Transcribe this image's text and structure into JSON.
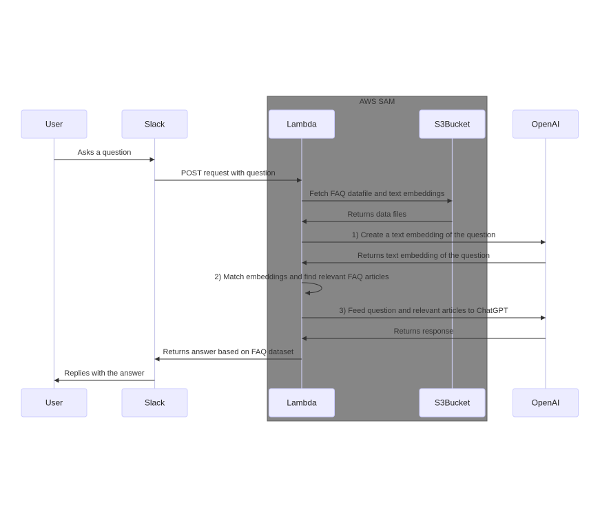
{
  "diagram": {
    "type": "sequence",
    "group": {
      "label": "AWS SAM",
      "contains": [
        "Lambda",
        "S3Bucket"
      ],
      "fill": "#868686"
    },
    "participants": [
      {
        "name": "User"
      },
      {
        "name": "Slack"
      },
      {
        "name": "Lambda"
      },
      {
        "name": "S3Bucket"
      },
      {
        "name": "OpenAI"
      }
    ],
    "messages": [
      {
        "from": "User",
        "to": "Slack",
        "label": "Asks a question"
      },
      {
        "from": "Slack",
        "to": "Lambda",
        "label": "POST request with question"
      },
      {
        "from": "Lambda",
        "to": "S3Bucket",
        "label": "Fetch FAQ datafile and text embeddings"
      },
      {
        "from": "S3Bucket",
        "to": "Lambda",
        "label": "Returns data files"
      },
      {
        "from": "Lambda",
        "to": "OpenAI",
        "label": "1) Create a text embedding of the question"
      },
      {
        "from": "OpenAI",
        "to": "Lambda",
        "label": "Returns text embedding of the question"
      },
      {
        "from": "Lambda",
        "to": "Lambda",
        "label": "2) Match embeddings and find relevant FAQ articles"
      },
      {
        "from": "Lambda",
        "to": "OpenAI",
        "label": "3) Feed question and relevant articles to ChatGPT"
      },
      {
        "from": "OpenAI",
        "to": "Lambda",
        "label": "Returns response"
      },
      {
        "from": "Lambda",
        "to": "Slack",
        "label": "Returns answer based on FAQ dataset"
      },
      {
        "from": "Slack",
        "to": "User",
        "label": "Replies with the answer"
      }
    ],
    "colors": {
      "actorFill": "#ECECFF",
      "actorStroke": "#CCCCFF",
      "lifeline": "#C8C8EA",
      "groupFill": "#868686",
      "groupStroke": "#5f5f5f",
      "lineColor": "#333333",
      "textColor": "#333333"
    }
  }
}
